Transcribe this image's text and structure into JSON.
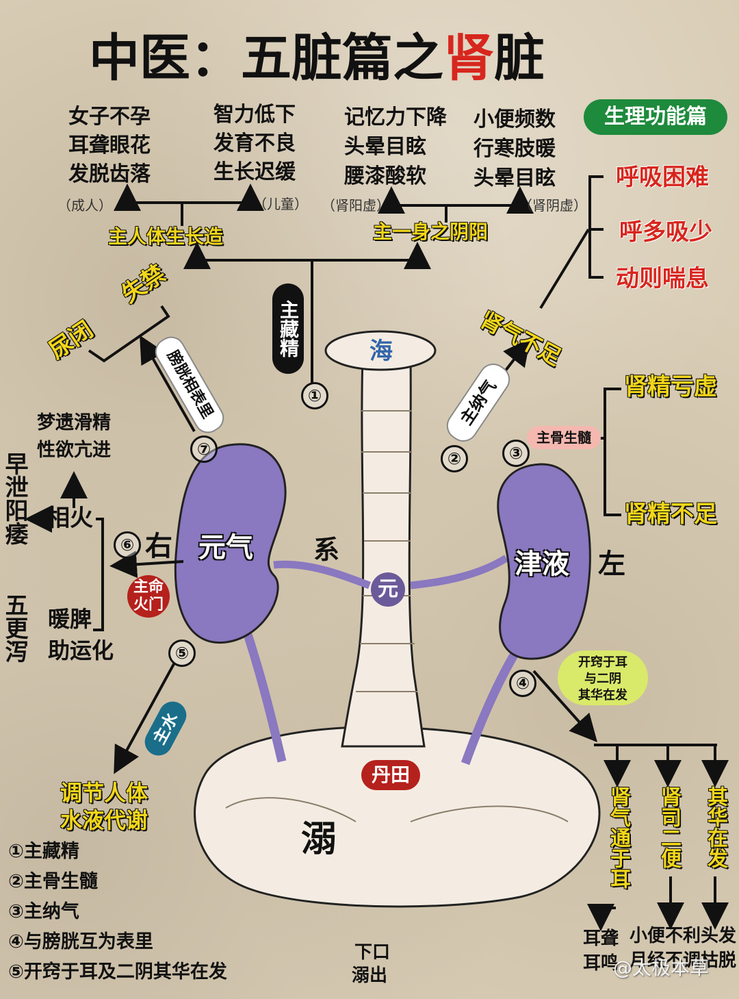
{
  "title": {
    "part1": "中医：五脏篇之",
    "kidney": "肾",
    "part3": "脏"
  },
  "badge": "生理功能篇",
  "top": {
    "col1": [
      "女子不孕",
      "耳聋眼花",
      "发脱齿落"
    ],
    "col2": [
      "智力低下",
      "发育不良",
      "生长迟缓"
    ],
    "col3": [
      "记忆力下降",
      "头晕目眩",
      "腰漆酸软"
    ],
    "col4": [
      "小便频数",
      "行寒肢暖",
      "头晕目眩"
    ],
    "tag_adult": "（成人）",
    "tag_child": "（儿童）",
    "tag_yang": "（肾阳虚）",
    "tag_yin": "（肾阴虚）",
    "growth": "主人体生长造",
    "yinyang": "主一身之阴阳"
  },
  "zhucangjing": "主藏精",
  "breath": {
    "items": [
      "呼吸困难",
      "呼多吸少",
      "动则喘息"
    ],
    "qi_short": "肾气不足",
    "zhunaqi": "主纳气"
  },
  "bladder": {
    "item1": "尿闭",
    "item2": "失禁",
    "relation": "膀胱相表里"
  },
  "jing": {
    "tag": "主骨生髓",
    "xu": "肾精亏虚",
    "buzu": "肾精不足"
  },
  "fire": {
    "items": [
      "梦遗滑精",
      "性欲亢进"
    ],
    "xianghuo": "相火",
    "left_col1": "早泄阳痿",
    "left_col2": "五更泻",
    "nuanpi": "暖脾",
    "yunhua": "助运化",
    "right": "右",
    "zhumingmen": [
      "主命",
      "火门"
    ]
  },
  "organs": {
    "hai": "海",
    "yuanqi": "元气",
    "xi": "系",
    "yuan": "元",
    "jinye": "津液",
    "left": "左",
    "dantian": "丹田",
    "ni": "溺",
    "xiakou": [
      "下口",
      "溺出"
    ]
  },
  "water": {
    "zhushui": "主水",
    "line1": "调节人体",
    "line2": "水液代谢"
  },
  "ear": {
    "tag": [
      "开窍于耳",
      "与二阴",
      "其华在发"
    ],
    "branch1": "肾气通于耳",
    "branch2": "肾司二便",
    "branch3": "其华在发",
    "b1_out": [
      "耳聋",
      "耳鸣"
    ],
    "b2_out": [
      "小便不利",
      "月经不调"
    ],
    "b3_out": [
      "头发",
      "枯脱"
    ]
  },
  "numbers": [
    "①",
    "②",
    "③",
    "④",
    "⑤",
    "⑥",
    "⑦"
  ],
  "legend": [
    "①主藏精",
    "②主骨生髓",
    "③主纳气",
    "④与膀胱互为表里",
    "⑤开窍于耳及二阴其华在发"
  ],
  "watermark": "@太极本草",
  "colors": {
    "kidney": "#8a78c0",
    "spine": "#f4ece2",
    "red": "#d7261e",
    "green": "#1e8a3c",
    "yellow": "#f2d61a"
  }
}
